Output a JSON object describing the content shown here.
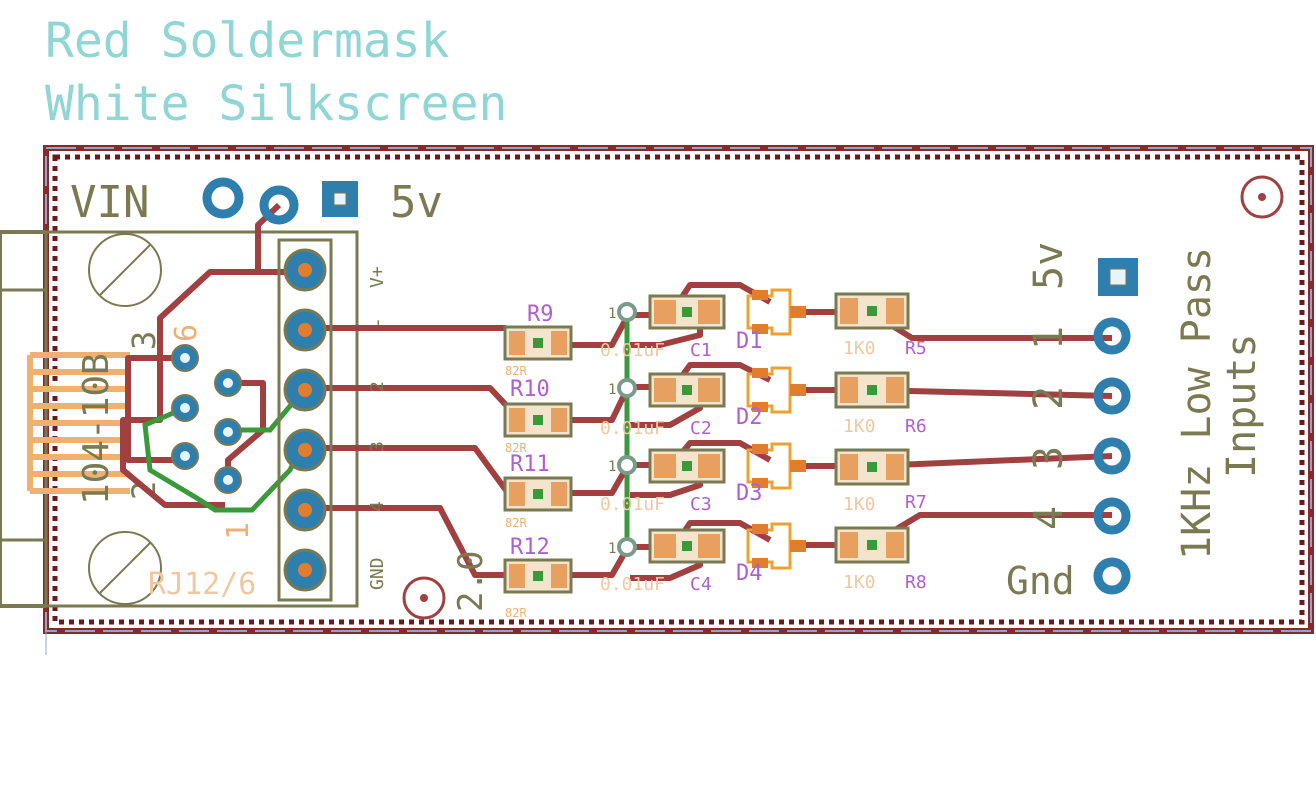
{
  "title": {
    "line1": "Red Soldermask",
    "line2": "White Silkscreen"
  },
  "board": {
    "power_labels": {
      "vin": "VIN",
      "five_v": "5v"
    },
    "connector": {
      "name": "RJ12/6",
      "value": "104-10B",
      "pin_labels": [
        "3",
        "6",
        "2",
        "1"
      ],
      "pin_marks": [
        "V+",
        "-",
        "2",
        "3",
        "4",
        "GND"
      ]
    },
    "version": "2.0",
    "capacitors": [
      {
        "name": "C1",
        "value": "0.01uF",
        "pin": "1"
      },
      {
        "name": "C2",
        "value": "0.01uF",
        "pin": "1"
      },
      {
        "name": "C3",
        "value": "0.01uF",
        "pin": "1"
      },
      {
        "name": "C4",
        "value": "0.01uF",
        "pin": "1"
      }
    ],
    "input_resistors": [
      {
        "name": "R9",
        "value": "82R"
      },
      {
        "name": "R10",
        "value": "82R"
      },
      {
        "name": "R11",
        "value": "82R"
      },
      {
        "name": "R12",
        "value": "82R"
      }
    ],
    "diodes": [
      "D1",
      "D2",
      "D3",
      "D4"
    ],
    "filter_resistors": [
      {
        "name": "R5",
        "value": "1K0"
      },
      {
        "name": "R6",
        "value": "1K0"
      },
      {
        "name": "R7",
        "value": "1K0"
      },
      {
        "name": "R8",
        "value": "1K0"
      }
    ],
    "header": {
      "five_v": "5v",
      "pins": [
        "1",
        "2",
        "3",
        "4"
      ],
      "gnd": "Gnd",
      "caption_line1": "1KHz Low Pass",
      "caption_line2": "Inputs"
    }
  },
  "colors": {
    "title": "#8fd6d4",
    "outline": "#7a7a52",
    "trace": "#a04040",
    "green_trace": "#3a9a3a",
    "pad_ring": "#2f7fae",
    "pad_center": "#e07e2e",
    "part_body": "#e8a060",
    "part_text": "#b05fd0",
    "silk_orange": "#f0b070",
    "mask_border": "#8a2828"
  }
}
